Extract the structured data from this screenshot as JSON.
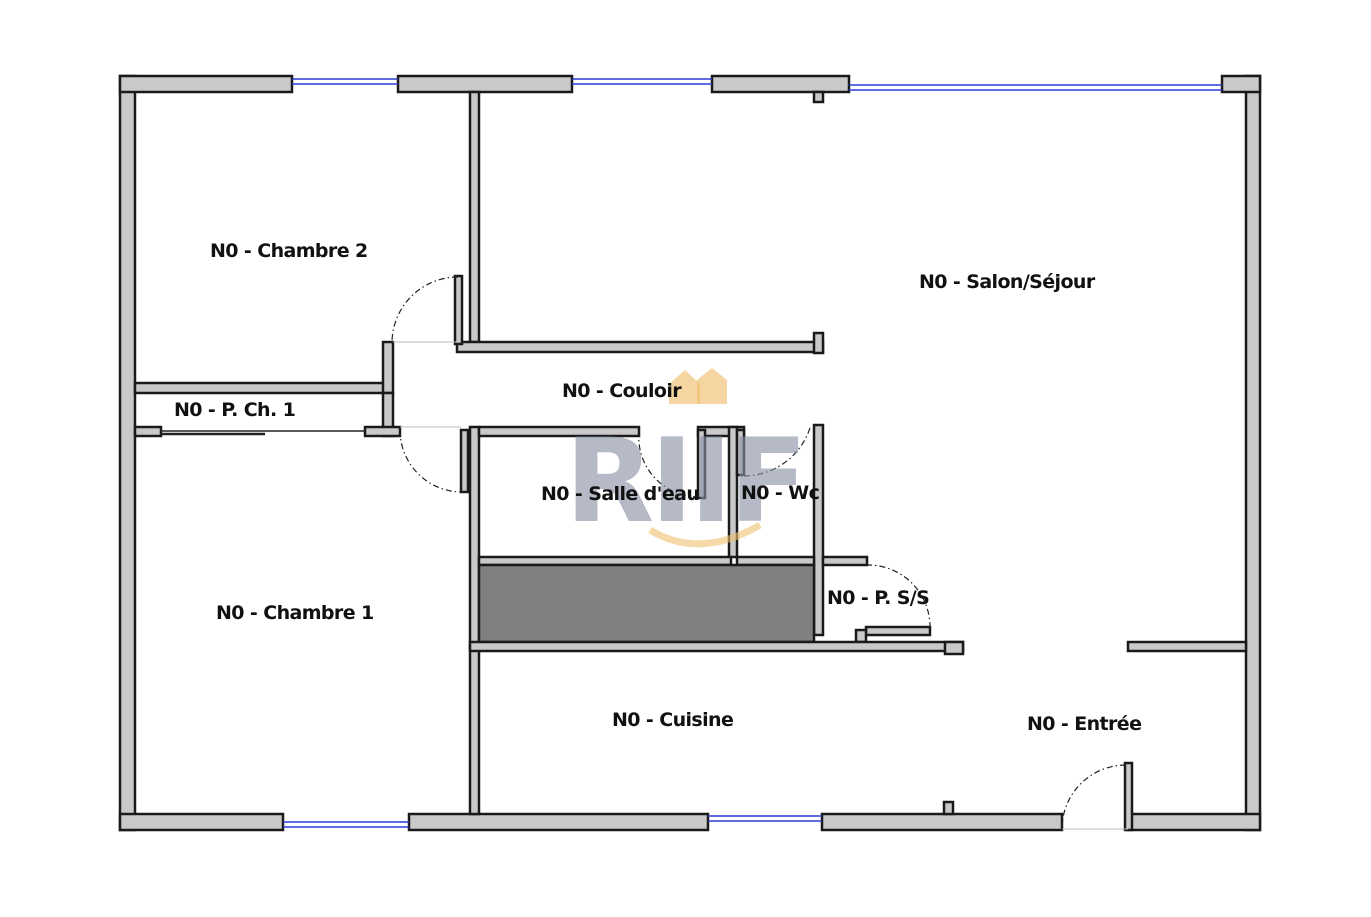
{
  "rooms": {
    "chambre2": "N0 - Chambre 2",
    "salon": "N0 - Salon/Séjour",
    "couloir": "N0 - Couloir",
    "placard_ch1": "N0 - P. Ch. 1",
    "salle_eau": "N0 - Salle d'eau",
    "wc": "N0 - Wc",
    "chambre1": "N0 - Chambre 1",
    "placard_ss": "N0 - P. S/S",
    "cuisine": "N0 - Cuisine",
    "entree": "N0 - Entrée"
  },
  "watermark": {
    "text": "RIIF",
    "color": "#8a90a6",
    "accent": "#f0c070"
  },
  "colors": {
    "wall_fill": "#c9c9c9",
    "window": "#2b3bd6",
    "duct": "#808080"
  }
}
